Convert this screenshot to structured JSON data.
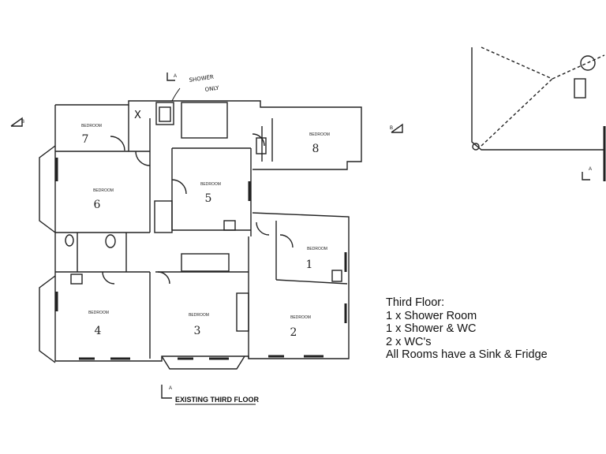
{
  "rooms": [
    {
      "label": "BEDROOM",
      "number": "7"
    },
    {
      "label": "BEDROOM",
      "number": "8"
    },
    {
      "label": "BEDROOM",
      "number": "6"
    },
    {
      "label": "BEDROOM",
      "number": "5"
    },
    {
      "label": "BEDROOM",
      "number": "1"
    },
    {
      "label": "BEDROOM",
      "number": "4"
    },
    {
      "label": "BEDROOM",
      "number": "3"
    },
    {
      "label": "BEDROOM",
      "number": "2"
    }
  ],
  "annotations": {
    "handwritten_line1": "SHOWER",
    "handwritten_line2": "ONLY",
    "cross_mark": "X",
    "section_a": "A",
    "section_b": "B"
  },
  "caption": "EXISTING THIRD FLOOR",
  "notes": {
    "title": "Third Floor:",
    "lines": [
      "1 x Shower Room",
      "1 x Shower & WC",
      "2 x WC's",
      "All Rooms have a Sink & Fridge"
    ]
  }
}
